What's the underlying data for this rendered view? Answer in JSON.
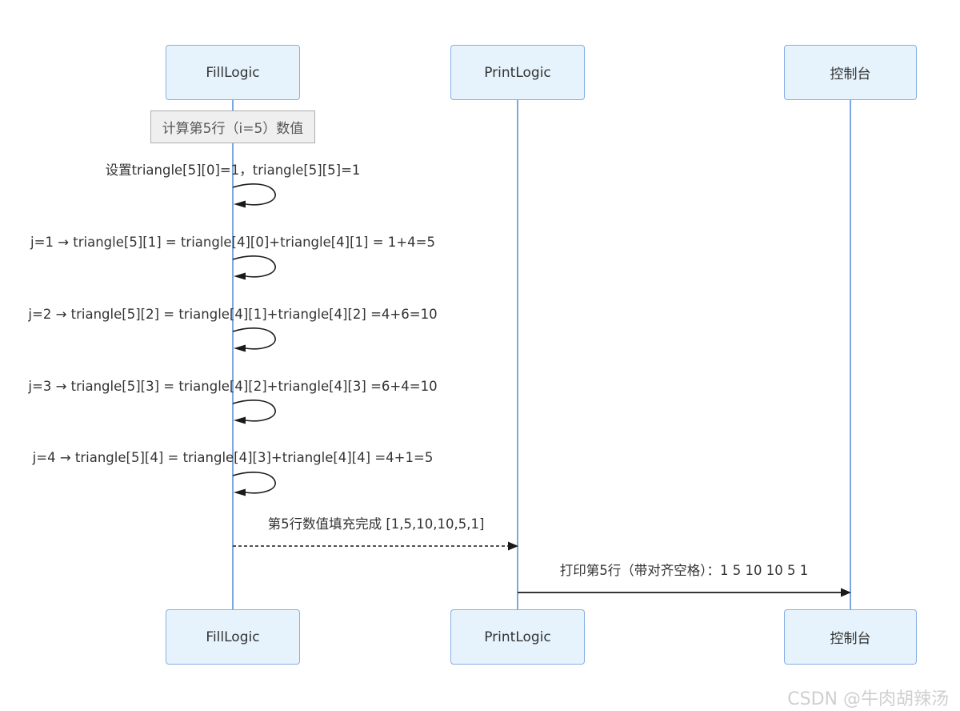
{
  "diagram": {
    "type": "sequence-diagram",
    "actors": [
      {
        "name": "FillLogic"
      },
      {
        "name": "PrintLogic"
      },
      {
        "name": "控制台"
      }
    ],
    "note": {
      "text": "计算第5行（i=5）数值"
    },
    "self_messages": [
      {
        "actor": "FillLogic",
        "text": "设置triangle[5][0]=1，triangle[5][5]=1"
      },
      {
        "actor": "FillLogic",
        "text": "j=1 → triangle[5][1] = triangle[4][0]+triangle[4][1] = 1+4=5"
      },
      {
        "actor": "FillLogic",
        "text": "j=2 → triangle[5][2] = triangle[4][1]+triangle[4][2] =4+6=10"
      },
      {
        "actor": "FillLogic",
        "text": "j=3 → triangle[5][3] = triangle[4][2]+triangle[4][3] =6+4=10"
      },
      {
        "actor": "FillLogic",
        "text": "j=4 → triangle[5][4] = triangle[4][3]+triangle[4][4] =4+1=5"
      }
    ],
    "messages": [
      {
        "from": "FillLogic",
        "to": "PrintLogic",
        "line": "dashed",
        "text": "第5行数值填充完成 [1,5,10,10,5,1]"
      },
      {
        "from": "PrintLogic",
        "to": "控制台",
        "line": "solid",
        "text": "打印第5行（带对齐空格）：1 5 10 10 5 1"
      }
    ],
    "colors": {
      "actor_fill": "#e6f3fc",
      "actor_border": "#85b0e3",
      "lifeline": "#7da7e0",
      "note_fill": "#efefef",
      "note_border": "#adadad",
      "message_text": "#333333",
      "arrow": "#1a1a1a",
      "watermark": "#cfcfcf"
    },
    "watermark": "CSDN @牛肉胡辣汤"
  }
}
